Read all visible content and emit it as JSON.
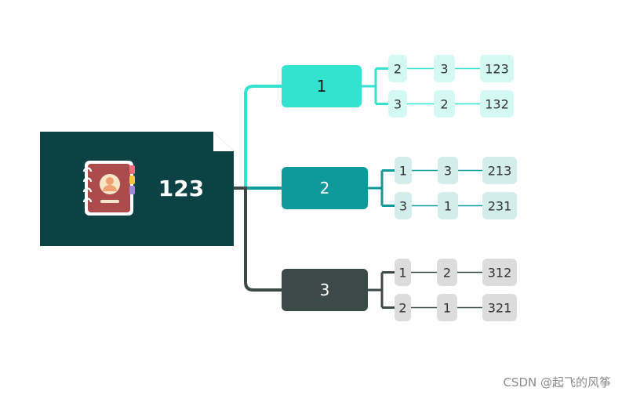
{
  "root": {
    "label": "123",
    "icon": "address-book-icon"
  },
  "branches": [
    {
      "label": "1",
      "style": "level1",
      "children": [
        {
          "items": [
            "2",
            "3",
            "123"
          ]
        },
        {
          "items": [
            "3",
            "2",
            "132"
          ]
        }
      ]
    },
    {
      "label": "2",
      "style": "level2",
      "children": [
        {
          "items": [
            "1",
            "3",
            "213"
          ]
        },
        {
          "items": [
            "3",
            "1",
            "231"
          ]
        }
      ]
    },
    {
      "label": "3",
      "style": "level3",
      "children": [
        {
          "items": [
            "1",
            "2",
            "312"
          ]
        },
        {
          "items": [
            "2",
            "1",
            "321"
          ]
        }
      ]
    }
  ],
  "colors": {
    "root_bg": "#0d4245",
    "level1": "#33e3cf",
    "level1_leaf": "#d4f9f5",
    "level2": "#0e999b",
    "level2_leaf": "#d3ecec",
    "level3": "#3b4a47",
    "level3_leaf": "#dcdcdc",
    "leaf_text": "#333333",
    "level1_text": "#1a1a1a",
    "white": "#ffffff"
  },
  "watermark": "CSDN @起飞的风筝"
}
